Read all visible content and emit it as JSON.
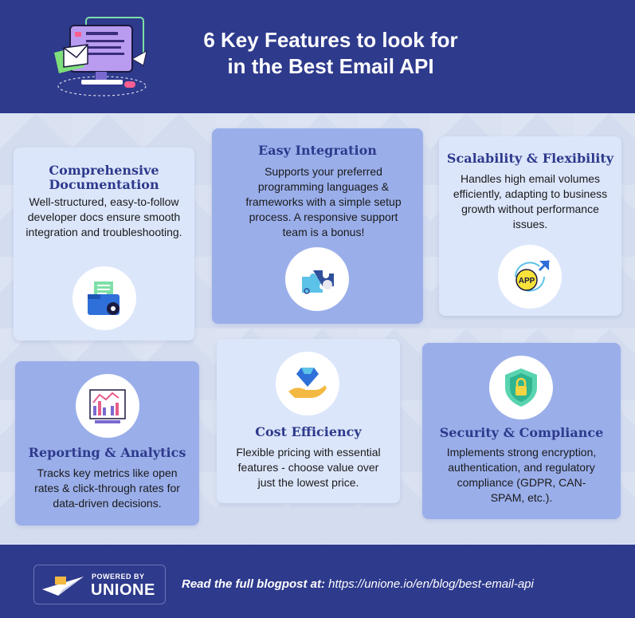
{
  "header": {
    "title_line1": "6 Key Features to look for",
    "title_line2": "in the Best Email API"
  },
  "cards": [
    {
      "title": "Comprehensive Documentation",
      "text": "Well-structured, easy-to-follow developer docs ensure smooth integration and troubleshooting.",
      "icon": "documentation-folder-gear-icon"
    },
    {
      "title": "Easy Integration",
      "text": "Supports your preferred programming languages & frameworks with a simple setup process. A responsive support team is a bonus!",
      "icon": "puzzle-integration-icon"
    },
    {
      "title": "Scalability & Flexibility",
      "text": "Handles high email volumes efficiently, adapting to business growth without performance issues.",
      "icon": "app-scaling-icon",
      "icon_label": "APP"
    },
    {
      "title": "Reporting & Analytics",
      "text": "Tracks key metrics like open rates & click-through rates for data-driven decisions.",
      "icon": "analytics-chart-icon"
    },
    {
      "title": "Cost Efficiency",
      "text": "Flexible pricing with essential features - choose value over just the lowest price.",
      "icon": "diamond-hand-icon"
    },
    {
      "title": "Security & Compliance",
      "text": "Implements strong encryption, authentication, and regulatory compliance (GDPR, CAN-SPAM, etc.).",
      "icon": "shield-lock-icon"
    }
  ],
  "footer": {
    "powered_by": "POWERED BY",
    "brand": "UNIONE",
    "blog_label": "Read the full blogpost at:",
    "blog_url": "https://unione.io/en/blog/best-email-api"
  },
  "colors": {
    "header_bg": "#2e3a8c",
    "card_light": "#dce6fb",
    "card_dark": "#9aaeea",
    "title_color": "#2e3a8c"
  }
}
